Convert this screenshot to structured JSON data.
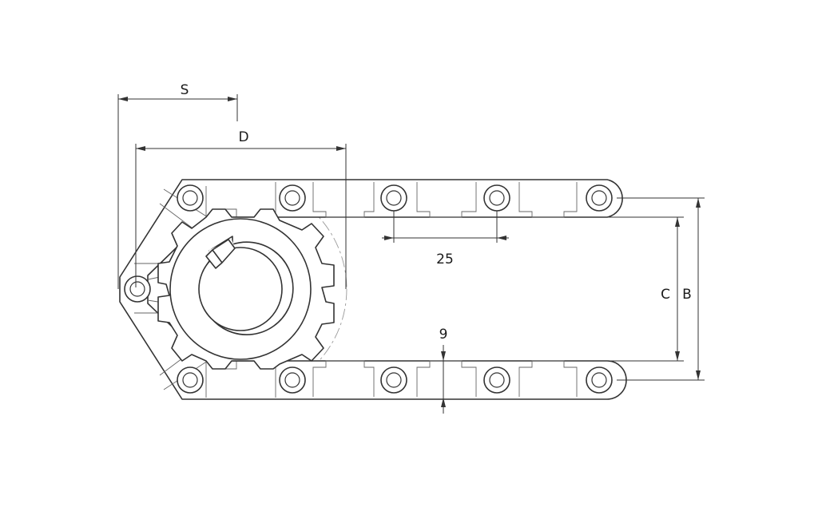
{
  "drawing": {
    "dimensions": {
      "s": "S",
      "d": "D",
      "pitch": "25",
      "thickness": "9",
      "c": "C",
      "b": "B"
    }
  }
}
